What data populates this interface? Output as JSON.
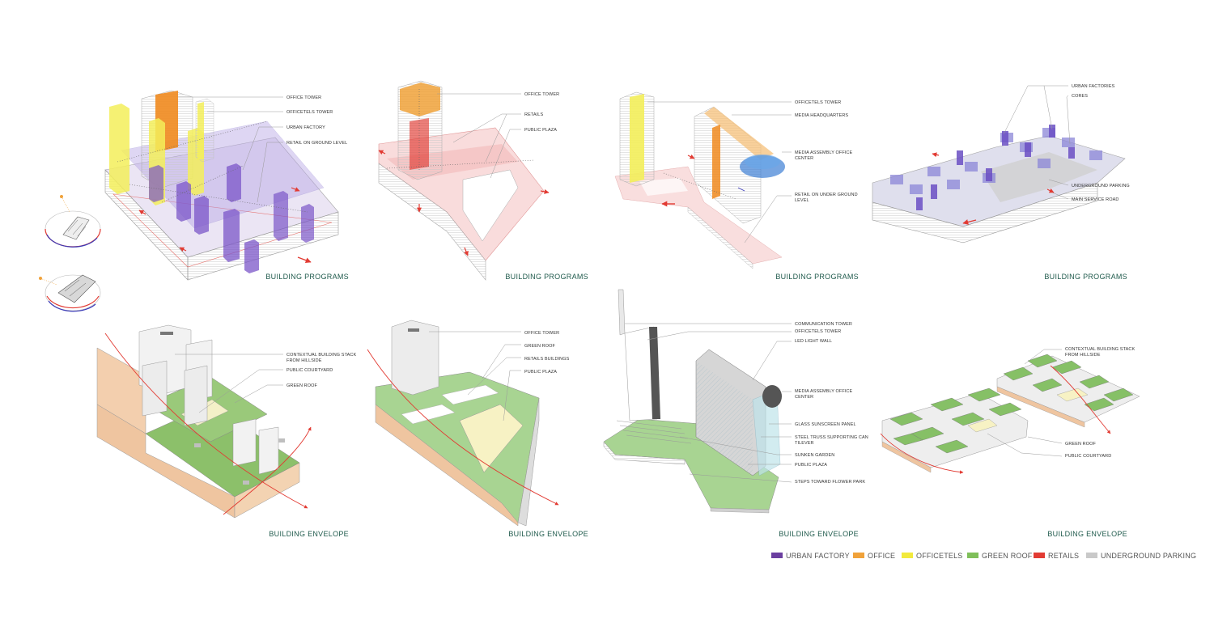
{
  "colors": {
    "urban_factory": "#7b55c8",
    "office": "#f0a23a",
    "officetels": "#f2ea3c",
    "green_roof": "#7fbf5a",
    "retails": "#e23b33",
    "underground_parking": "#c9c9c9",
    "caption": "#1f5a4c"
  },
  "programs_row": {
    "panel1": {
      "caption": "BUILDING PROGRAMS",
      "callouts": [
        "OFFICE TOWER",
        "OFFICETELS TOWER",
        "URBAN FACTORY",
        "RETAIL ON GROUND LEVEL"
      ]
    },
    "panel2": {
      "caption": "BUILDING PROGRAMS",
      "callouts": [
        "OFFICE TOWER",
        "RETAILS",
        "PUBLIC PLAZA"
      ]
    },
    "panel3": {
      "caption": "BUILDING PROGRAMS",
      "callouts": [
        "OFFICETELS TOWER",
        "MEDIA HEADQUARTERS",
        "MEDIA ASSEMBLY OFFICE",
        "CENTER",
        "RETAIL ON UNDER GROUND",
        "LEVEL"
      ]
    },
    "panel4": {
      "caption": "BUILDING PROGRAMS",
      "callouts": [
        "URBAN FACTORIES",
        "CORES",
        "UNDERGROUND PARKING",
        "MAIN SERVICE ROAD"
      ]
    }
  },
  "envelope_row": {
    "panel1": {
      "caption": "BUILDING ENVELOPE",
      "callouts": [
        "CONTEXTUAL BUILDING STACK",
        "FROM HILLSIDE",
        "PUBLIC COURTYARD",
        "GREEN ROOF"
      ]
    },
    "panel2": {
      "caption": "BUILDING ENVELOPE",
      "callouts": [
        "OFFICE TOWER",
        "GREEN ROOF",
        "RETAILS BUILDINGS",
        "PUBLIC PLAZA"
      ]
    },
    "panel3": {
      "caption": "BUILDING ENVELOPE",
      "callouts": [
        "COMMUNICATION TOWER",
        "OFFICETELS TOWER",
        "LED LIGHT WALL",
        "MEDIA ASSEMBLY OFFICE",
        "CENTER",
        "GLASS SUNSCREEN PANEL",
        "STEEL TRUSS SUPPORTING CAN",
        "TILEVER",
        "SUNKEN GARDEN",
        "PUBLIC PLAZA",
        "STEPS TOWARD FLOWER PARK"
      ]
    },
    "panel4": {
      "caption": "BUILDING ENVELOPE",
      "callouts": [
        "CONTEXTUAL BUILDING STACK",
        "FROM HILLSIDE",
        "GREEN ROOF",
        "PUBLIC COURTYARD"
      ]
    }
  },
  "legend": [
    {
      "label": "URBAN FACTORY",
      "color": "#6b3fa0"
    },
    {
      "label": "OFFICE",
      "color": "#f0a23a"
    },
    {
      "label": "OFFICETELS",
      "color": "#f2ea3c"
    },
    {
      "label": "GREEN ROOF",
      "color": "#7fbf5a"
    },
    {
      "label": "RETAILS",
      "color": "#e23b33"
    },
    {
      "label": "UNDERGROUND PARKING",
      "color": "#c9c9c9"
    }
  ]
}
